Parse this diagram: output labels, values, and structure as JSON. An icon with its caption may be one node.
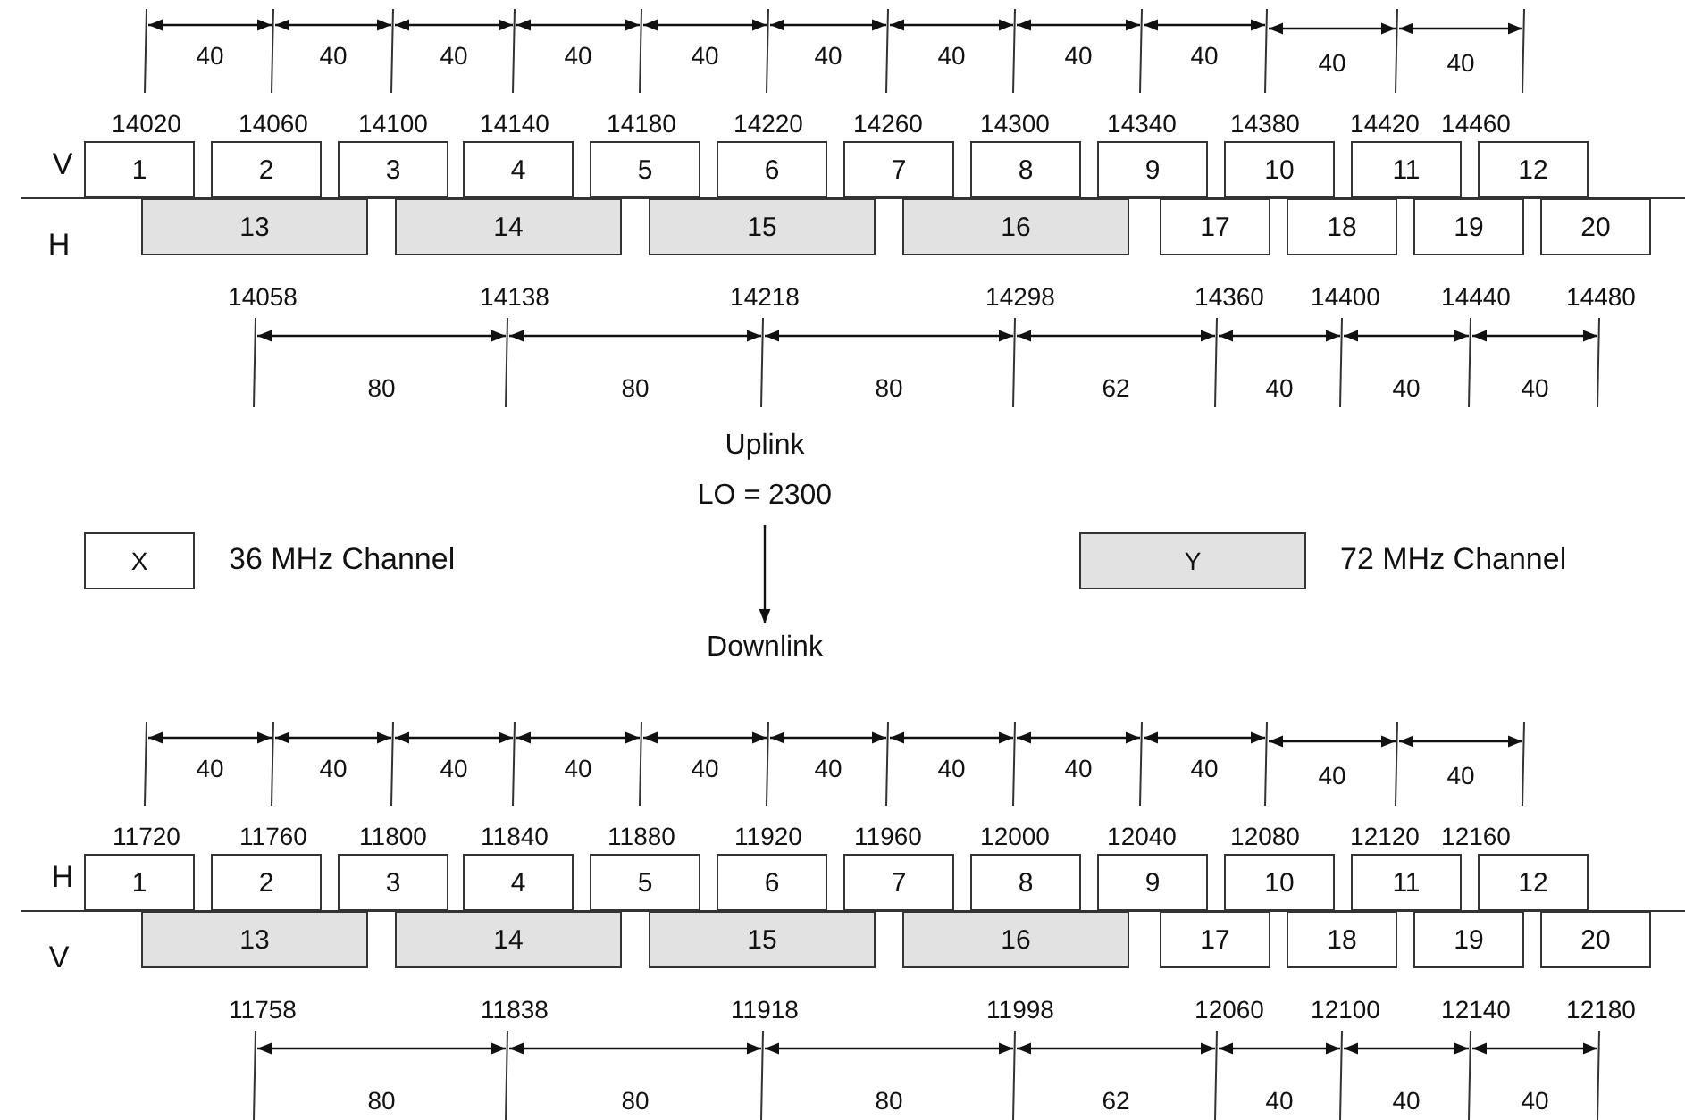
{
  "diagram": {
    "nodes": [
      {
        "text": [
          "1"
        ]
      },
      {
        "text": [
          "2"
        ]
      },
      {
        "text": [
          "3"
        ]
      },
      {
        "text": [
          "4"
        ]
      },
      {
        "text": [
          "5"
        ]
      },
      {
        "text": [
          "6"
        ]
      },
      {
        "text": [
          "7"
        ]
      },
      {
        "text": [
          "8"
        ]
      },
      {
        "text": [
          "9"
        ]
      },
      {
        "text": [
          "10"
        ]
      },
      {
        "text": [
          "11"
        ]
      },
      {
        "text": [
          "12"
        ]
      },
      {
        "text": [
          "13"
        ]
      },
      {
        "text": [
          "14"
        ]
      },
      {
        "text": [
          "15"
        ]
      },
      {
        "text": [
          "16"
        ]
      },
      {
        "text": [
          "17"
        ]
      },
      {
        "text": [
          "18"
        ]
      },
      {
        "text": [
          "19"
        ]
      },
      {
        "text": [
          "20"
        ]
      },
      {
        "text": [
          "X"
        ],
        "beside": [
          "36 MHz Channel"
        ]
      },
      {
        "text": [
          "Y"
        ],
        "beside": [
          "72 MHz Channel"
        ]
      },
      {
        "text": [
          "Uplink",
          "LO = 2300"
        ]
      },
      {
        "text": [
          "Downlink"
        ]
      },
      {
        "text": [
          "1"
        ]
      },
      {
        "text": [
          "2"
        ]
      },
      {
        "text": [
          "3"
        ]
      },
      {
        "text": [
          "4"
        ]
      },
      {
        "text": [
          "5"
        ]
      },
      {
        "text": [
          "6"
        ]
      },
      {
        "text": [
          "7"
        ]
      },
      {
        "text": [
          "8"
        ]
      },
      {
        "text": [
          "9"
        ]
      },
      {
        "text": [
          "10"
        ]
      },
      {
        "text": [
          "11"
        ]
      },
      {
        "text": [
          "12"
        ]
      },
      {
        "text": [
          "13"
        ]
      },
      {
        "text": [
          "14"
        ]
      },
      {
        "text": [
          "15"
        ]
      },
      {
        "text": [
          "16"
        ]
      },
      {
        "text": [
          "17"
        ]
      },
      {
        "text": [
          "18"
        ]
      },
      {
        "text": [
          "19"
        ]
      },
      {
        "text": [
          "20"
        ]
      }
    ],
    "edges": [
      {
        "from": 22,
        "to": 23,
        "arrow": "to"
      }
    ],
    "labels": [
      "40",
      "40",
      "40",
      "40",
      "40",
      "40",
      "40",
      "40",
      "40",
      "40",
      "40",
      "14020",
      "14060",
      "14100",
      "14140",
      "14180",
      "14220",
      "14260",
      "14300",
      "14340",
      "14380",
      "14420",
      "14460",
      "V",
      "H",
      "14058",
      "14138",
      "14218",
      "14298",
      "14360",
      "14400",
      "14440",
      "14480",
      "80",
      "80",
      "80",
      "62",
      "40",
      "40",
      "40",
      "40",
      "40",
      "40",
      "40",
      "40",
      "40",
      "40",
      "40",
      "40",
      "40",
      "40",
      "11720",
      "11760",
      "11800",
      "11840",
      "11880",
      "11920",
      "11960",
      "12000",
      "12040",
      "12080",
      "12120",
      "12160",
      "H",
      "V",
      "11758",
      "11838",
      "11918",
      "11998",
      "12060",
      "12100",
      "12140",
      "12180",
      "80",
      "80",
      "80",
      "62",
      "40",
      "40",
      "40"
    ]
  }
}
